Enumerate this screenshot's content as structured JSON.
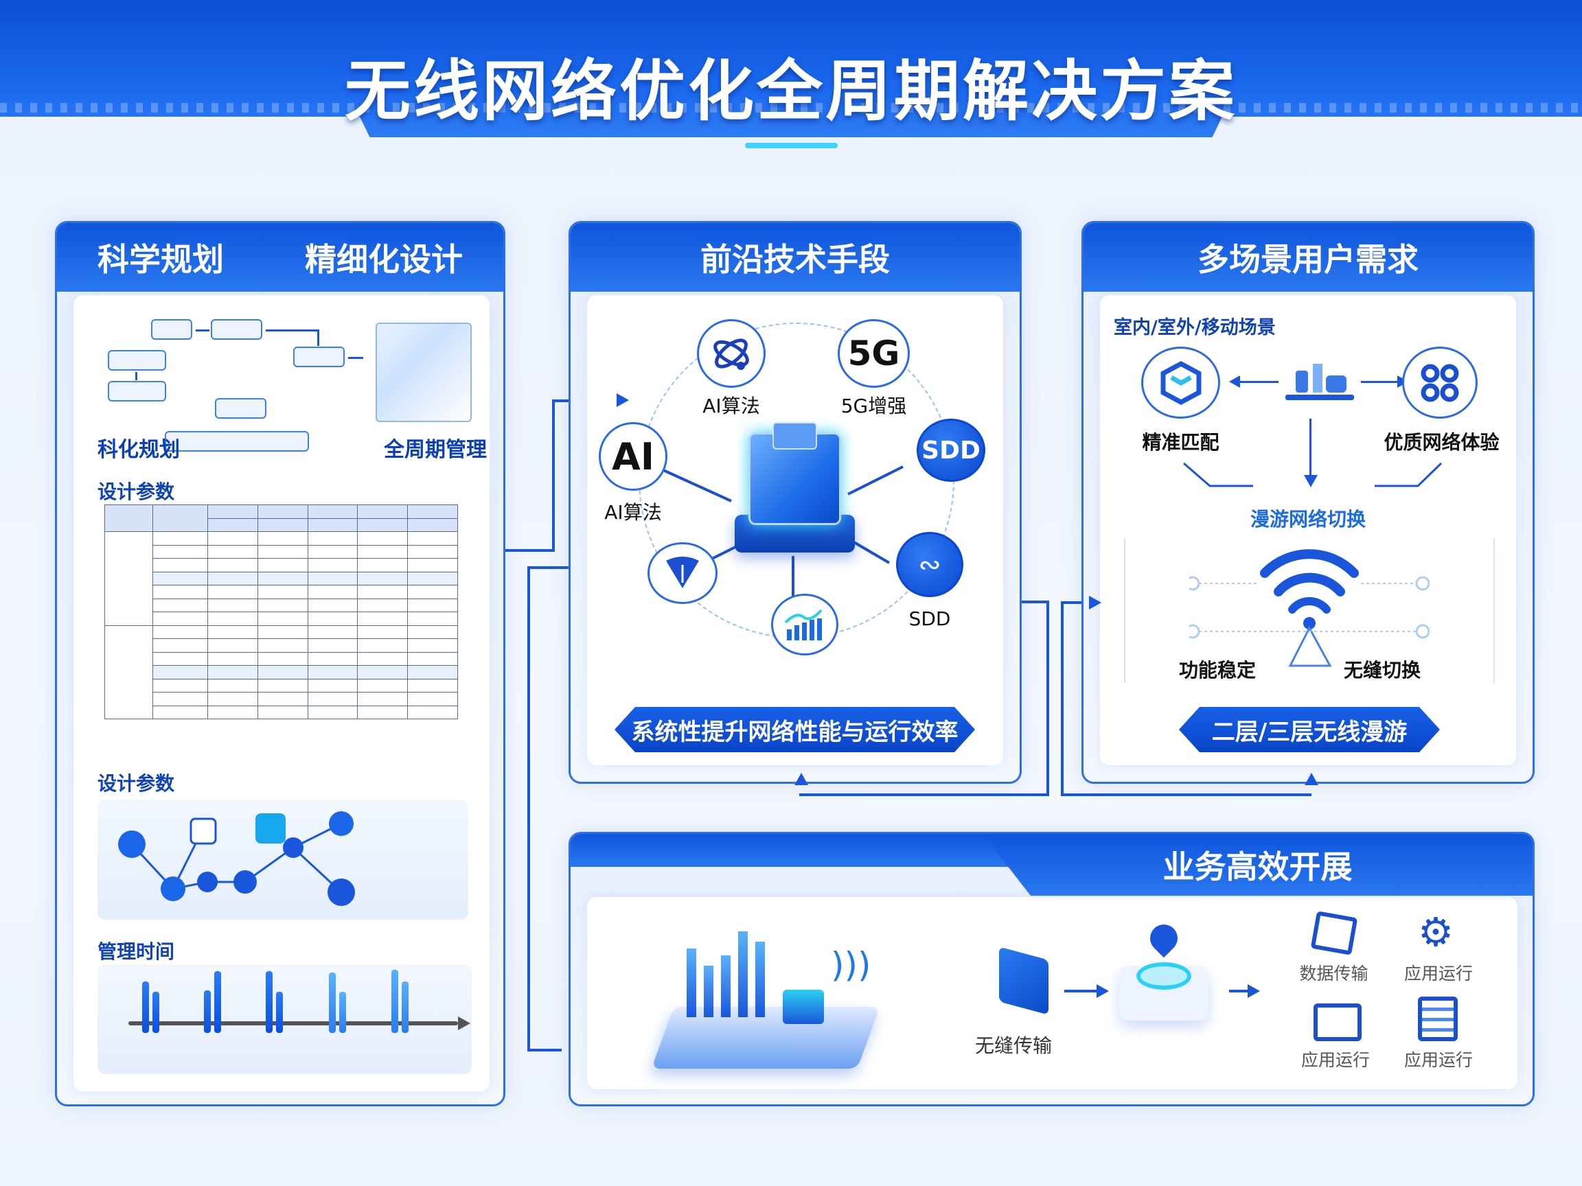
{
  "title": "无线网络优化全周期解决方案",
  "left_panel": {
    "tabs": [
      "科学规划",
      "精细化设计"
    ],
    "flow_label_left": "科化规划",
    "flow_label_right": "全周期管理",
    "section_table": "设计参数",
    "section_network": "设计参数",
    "section_time": "管理时间"
  },
  "middle_panel": {
    "header": "前沿技术手段",
    "nodes": [
      {
        "icon": "ai-text",
        "label": "AI算法",
        "text": "AI"
      },
      {
        "icon": "atom-network-icon",
        "label": "AI算法"
      },
      {
        "icon": "5g-text",
        "label": "5G增强",
        "text": "5G"
      },
      {
        "icon": "sdd-text",
        "text": "SDD"
      },
      {
        "icon": "sdd-logo-icon",
        "label": "SDD"
      },
      {
        "icon": "shield-icon"
      },
      {
        "icon": "bar-chart-icon"
      }
    ],
    "ribbon": "系统性提升网络性能与运行效率"
  },
  "right_panel": {
    "header": "多场景用户需求",
    "scene_label": "室内/室外/移动场景",
    "left_node": "精准匹配",
    "right_node": "优质网络体验",
    "roaming_label": "漫游网络切换",
    "stable_label": "功能稳定",
    "seamless_label": "无缝切换",
    "ribbon": "二层/三层无线漫游"
  },
  "bottom_panel": {
    "header": "业务高效开展",
    "transfer_label": "无缝传输",
    "apps": [
      "应用运行",
      "应用运行",
      "应用运行"
    ]
  },
  "colors": {
    "primary": "#0e55dc",
    "accent": "#3fd0ff",
    "dark": "#0b3fb8"
  }
}
